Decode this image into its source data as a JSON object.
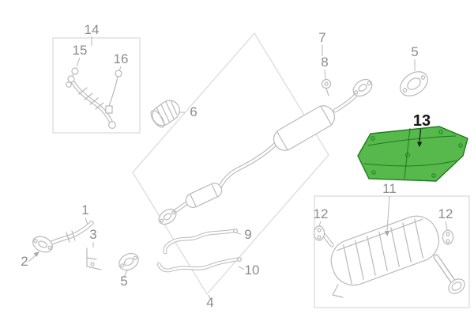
{
  "diagram": {
    "colors": {
      "background": "#ffffff",
      "line": "#b9b9b9",
      "box": "#dedede",
      "callout": "#8c8c8c",
      "highlight_fill": "#57b94c",
      "highlight_stroke": "#1e7a1e",
      "highlight_label": "#161616"
    },
    "callouts": [
      {
        "label": "14"
      },
      {
        "label": "15"
      },
      {
        "label": "16"
      },
      {
        "label": "6"
      },
      {
        "label": "7"
      },
      {
        "label": "8"
      },
      {
        "label": "5"
      },
      {
        "label": "13"
      },
      {
        "label": "11"
      },
      {
        "label": "12"
      },
      {
        "label": "12"
      },
      {
        "label": "9"
      },
      {
        "label": "10"
      },
      {
        "label": "1"
      },
      {
        "label": "2"
      },
      {
        "label": "3"
      },
      {
        "label": "5"
      },
      {
        "label": "4"
      }
    ]
  }
}
